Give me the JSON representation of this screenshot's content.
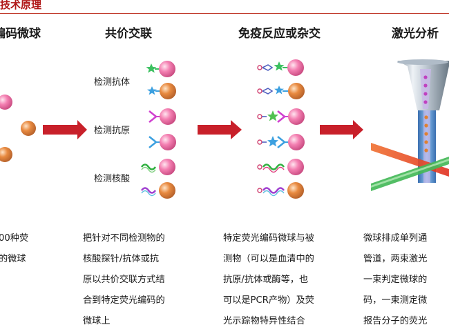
{
  "header": {
    "title": "技术原理"
  },
  "columns": [
    {
      "title": "编码微球",
      "description": [
        "00种荧",
        "的微球"
      ]
    },
    {
      "title": "共价交联",
      "labels": [
        "检测抗体",
        "检测抗原",
        "检测核酸"
      ],
      "description": [
        "把针对不同检测物的",
        "核酸探针/抗体或抗",
        "原以共价交联方式结",
        "合到特定荧光编码的",
        "微球上"
      ]
    },
    {
      "title": "免疫反应或杂交",
      "description": [
        "特定荧光编码微球与被",
        "测物（可以是血清中的",
        "抗原/抗体或酶等，也",
        "可以是PCR产物）及荧",
        "光示踪物特异性结合"
      ]
    },
    {
      "title": "激光分析",
      "description": [
        "微球排成单列通",
        "管道，两束激光",
        "一束判定微球的",
        "码，一束测定微",
        "报告分子的荧光"
      ]
    }
  ],
  "colors": {
    "accent_red": "#b01818",
    "arrow_red": "#c8202a",
    "bead_pink": "#f080b0",
    "bead_orange": "#e08a40",
    "probe_green": "#3cc060",
    "probe_blue": "#3ca0e0",
    "probe_magenta": "#d040d0",
    "dna_green": "#30b040",
    "dna_purple": "#a040d0"
  }
}
